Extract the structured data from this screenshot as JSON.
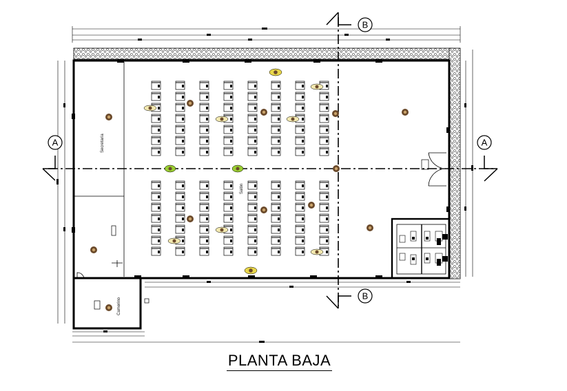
{
  "title": "PLANTA BAJA",
  "axes": {
    "a": "A",
    "b": "B"
  },
  "rooms": {
    "salon": "Salón",
    "secretaria": "Secretaría",
    "camerino": "Camerino"
  },
  "seating": {
    "columns": 8,
    "rows_per_block": 7,
    "blocks": 2
  },
  "colors": {
    "line": "#000000",
    "hatch": "#555555",
    "person_green": "#9acd32",
    "person_yellow": "#e8d64a",
    "person_brown": "#6b4a2b"
  }
}
